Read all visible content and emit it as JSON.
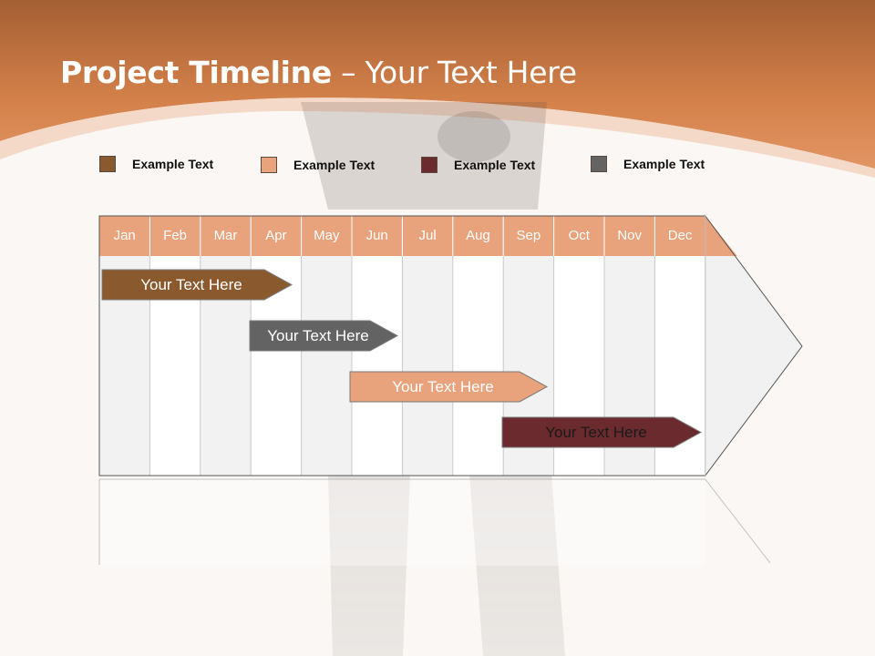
{
  "slide": {
    "title_bold": "Project Timeline",
    "title_rest": " – Your Text Here"
  },
  "legend": [
    {
      "label": "Example Text",
      "color": "#8a5a2e"
    },
    {
      "label": "Example Text",
      "color": "#e8a27c"
    },
    {
      "label": "Example Text",
      "color": "#6b2a2e"
    },
    {
      "label": "Example Text",
      "color": "#636363"
    }
  ],
  "timeline": {
    "months": [
      "Jan",
      "Feb",
      "Mar",
      "Apr",
      "May",
      "Jun",
      "Jul",
      "Aug",
      "Sep",
      "Oct",
      "Nov",
      "Dec"
    ],
    "header_color": "#e8a27c",
    "tasks": [
      {
        "label": "Your  Text Here",
        "color": "#8a5a2e",
        "text_color": "#ffffff"
      },
      {
        "label": "Your  Text Here",
        "color": "#636363",
        "text_color": "#ffffff"
      },
      {
        "label": "Your  Text Here",
        "color": "#e8a27c",
        "text_color": "#ffffff"
      },
      {
        "label": "Your  Text Here",
        "color": "#6b2a2e",
        "text_color": "#1a1a1a"
      }
    ]
  },
  "colors": {
    "banner": "#d98a55",
    "background": "#fbf7f4"
  }
}
